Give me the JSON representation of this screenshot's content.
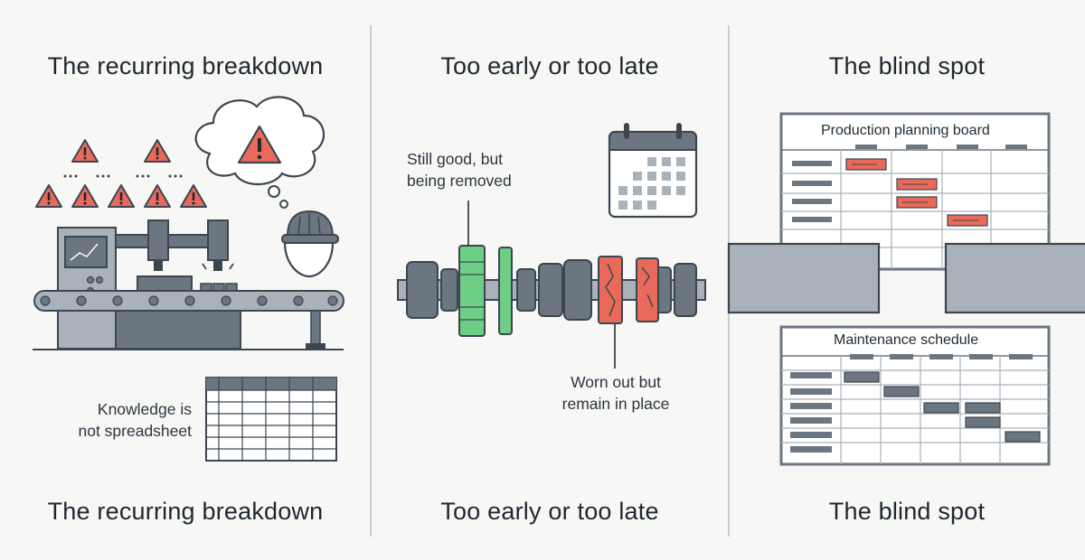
{
  "panels": [
    {
      "title": "The recurring breakdown",
      "caption": "The recurring breakdown",
      "note_lines": [
        "Knowledge is",
        "not spreadsheet"
      ]
    },
    {
      "title": "Too early or too late",
      "caption": "Too early or too late",
      "good_label_lines": [
        "Still good, but",
        "being removed"
      ],
      "worn_label_lines": [
        "Worn out but",
        "remain in place"
      ]
    },
    {
      "title": "The blind spot",
      "caption": "The blind spot",
      "production_board_title": "Production planning board",
      "maintenance_board_title": "Maintenance schedule"
    }
  ],
  "colors": {
    "warning": "#e96a5b",
    "healthy": "#6fce86",
    "steel": "#6b7681",
    "steel_light": "#a9b2ba",
    "dark": "#3b4650",
    "background": "#f7f7f5"
  },
  "icons": [
    "warning-icon",
    "thought-bubble-icon",
    "worker-helmet-icon",
    "calendar-icon",
    "spreadsheet-icon"
  ]
}
